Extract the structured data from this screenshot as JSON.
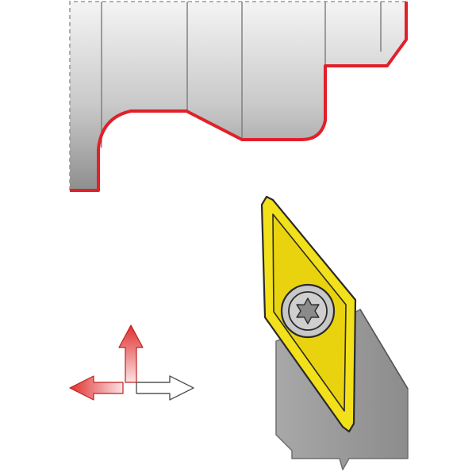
{
  "diagram": {
    "subject": "turning-tool-holder-with-rhombic-insert",
    "colors": {
      "background": "#ffffff",
      "profile_outline": "#e0202a",
      "dashed_outline": "#9a9a9a",
      "section_divider": "#7a7a7a",
      "insert_fill": "#f2e01a",
      "insert_outline": "#2a2a2a",
      "screw_fill": "#c8c8c8",
      "holder_fill": "#9b9b9b",
      "arrow_red": "#e03030",
      "arrow_white": "#ffffff"
    },
    "icons": {
      "workpiece": "turned-part-profile-icon",
      "insert": "rhombic-insert-icon",
      "screw": "torx-screw-icon",
      "holder": "tool-holder-shank-icon",
      "feed_up": "arrow-up-icon",
      "feed_left": "arrow-left-icon",
      "feed_right": "arrow-right-icon"
    },
    "feed_directions": {
      "up": "active",
      "left": "active",
      "right": "inactive"
    }
  }
}
